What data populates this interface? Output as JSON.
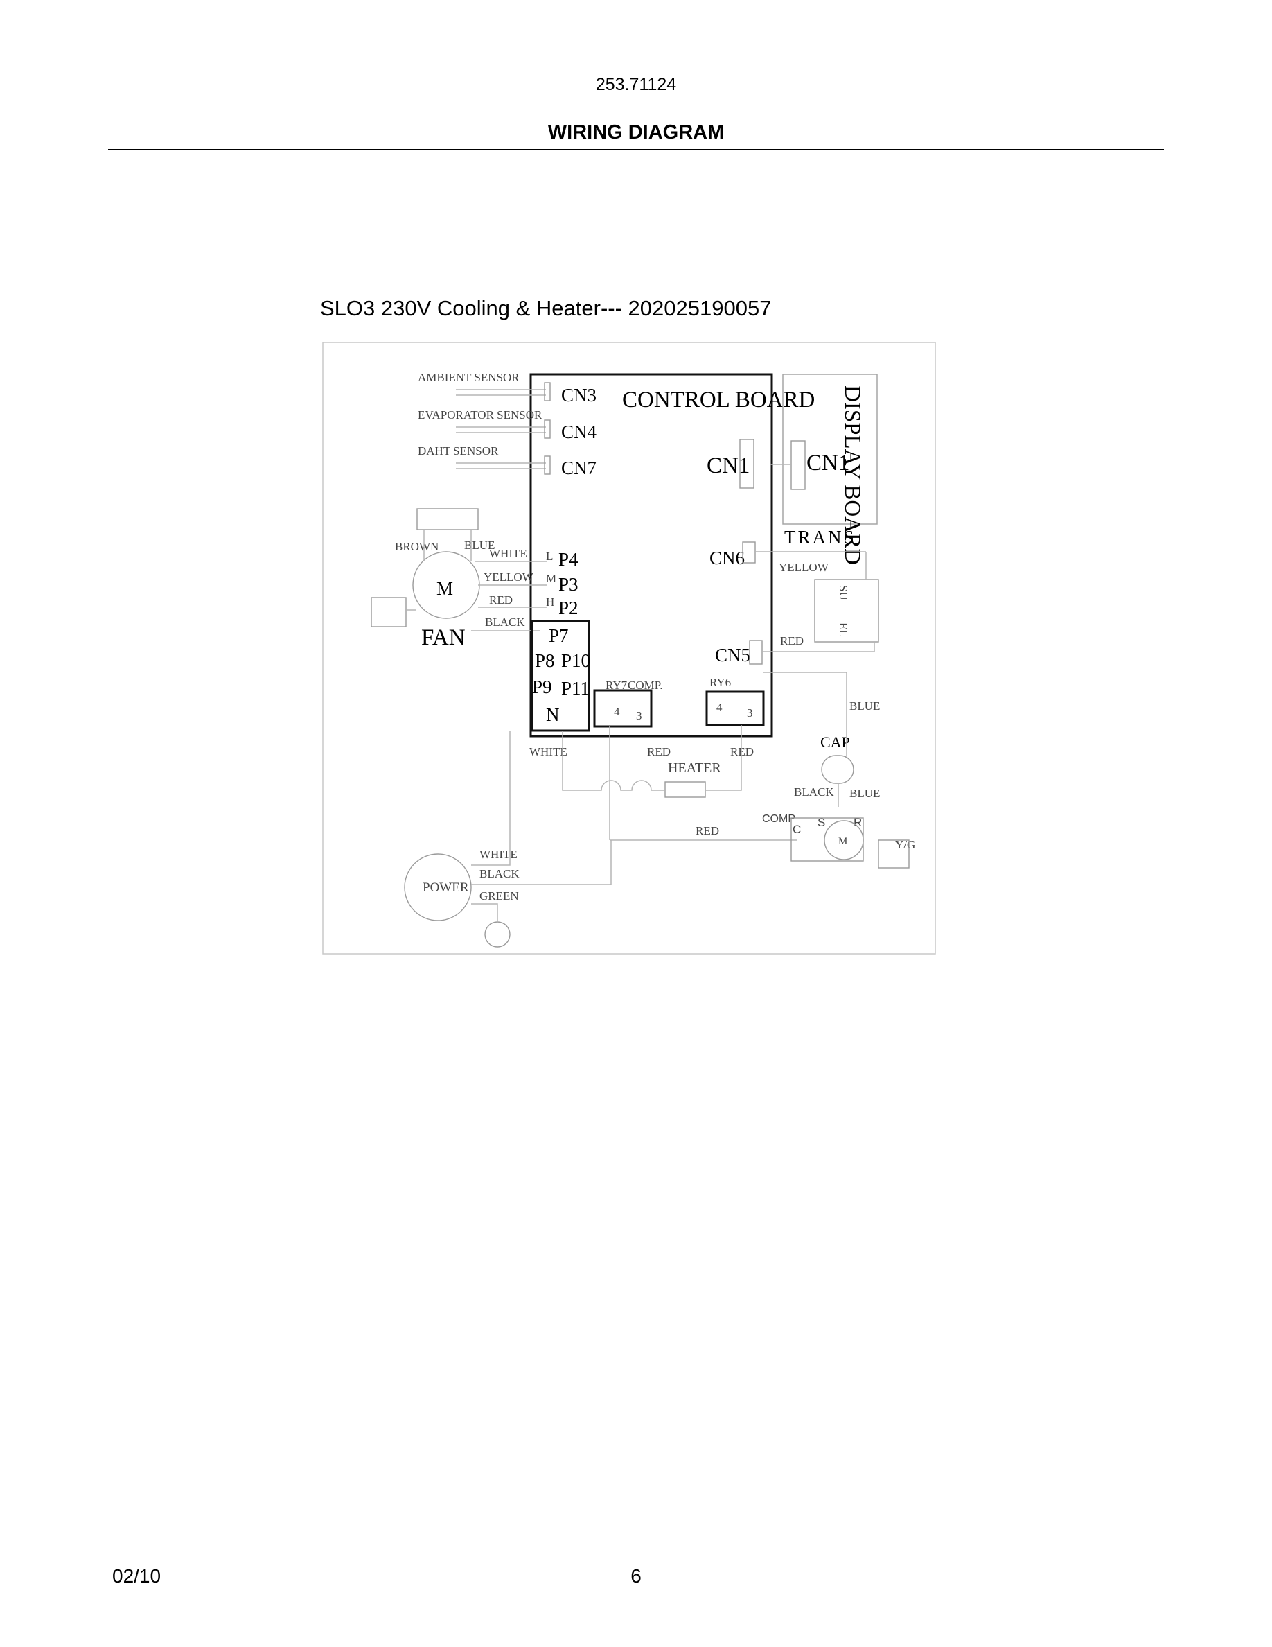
{
  "header": {
    "model_number": "253.71124",
    "section_title": "WIRING DIAGRAM"
  },
  "diagram": {
    "subtitle": "SLO3 230V Cooling & Heater--- 202025190057",
    "control_board_label": "CONTROL BOARD",
    "display_board_label": "DISPLAY BOARD",
    "sensors": {
      "ambient": "AMBIENT SENSOR",
      "evaporator": "EVAPORATOR SENSOR",
      "daht": "DAHT SENSOR"
    },
    "connectors": {
      "cn3": "CN3",
      "cn4": "CN4",
      "cn7": "CN7",
      "cn1": "CN1",
      "cn1_display": "CN1",
      "cn6": "CN6",
      "cn5": "CN5",
      "p4": "P4",
      "p3": "P3",
      "p2": "P2",
      "p7": "P7",
      "p8": "P8",
      "p10": "P10",
      "p9": "P9",
      "p11": "P11",
      "n": "N"
    },
    "speed_marks": {
      "l": "L",
      "m": "M",
      "h": "H"
    },
    "fan": {
      "label": "FAN",
      "motor_symbol": "M",
      "wires": {
        "brown": "BROWN",
        "blue": "BLUE",
        "white": "WHITE",
        "yellow": "YELLOW",
        "red": "RED",
        "black": "BLACK"
      }
    },
    "trans": {
      "label": "TRANS",
      "yellow": "YELLOW",
      "red": "RED",
      "coil_top": "SU",
      "coil_bottom": "EL"
    },
    "relays": {
      "ry7": "RY7",
      "comp": "COMP.",
      "ry6": "RY6",
      "ry7_pin_a": "4",
      "ry7_pin_b": "3",
      "ry6_pin_a": "4",
      "ry6_pin_b": "3"
    },
    "heater": {
      "label": "HEATER",
      "white": "WHITE",
      "red_left": "RED",
      "red_right": "RED"
    },
    "cap": {
      "label": "CAP",
      "blue_top": "BLUE",
      "black": "BLACK",
      "blue_right": "BLUE"
    },
    "compressor": {
      "label": "COMP",
      "c": "C",
      "s": "S",
      "r": "R",
      "symbol": "M",
      "red": "RED",
      "yg": "Y/G"
    },
    "power": {
      "label": "POWER",
      "white": "WHITE",
      "black": "BLACK",
      "green": "GREEN"
    }
  },
  "footer": {
    "date": "02/10",
    "page_number": "6"
  }
}
